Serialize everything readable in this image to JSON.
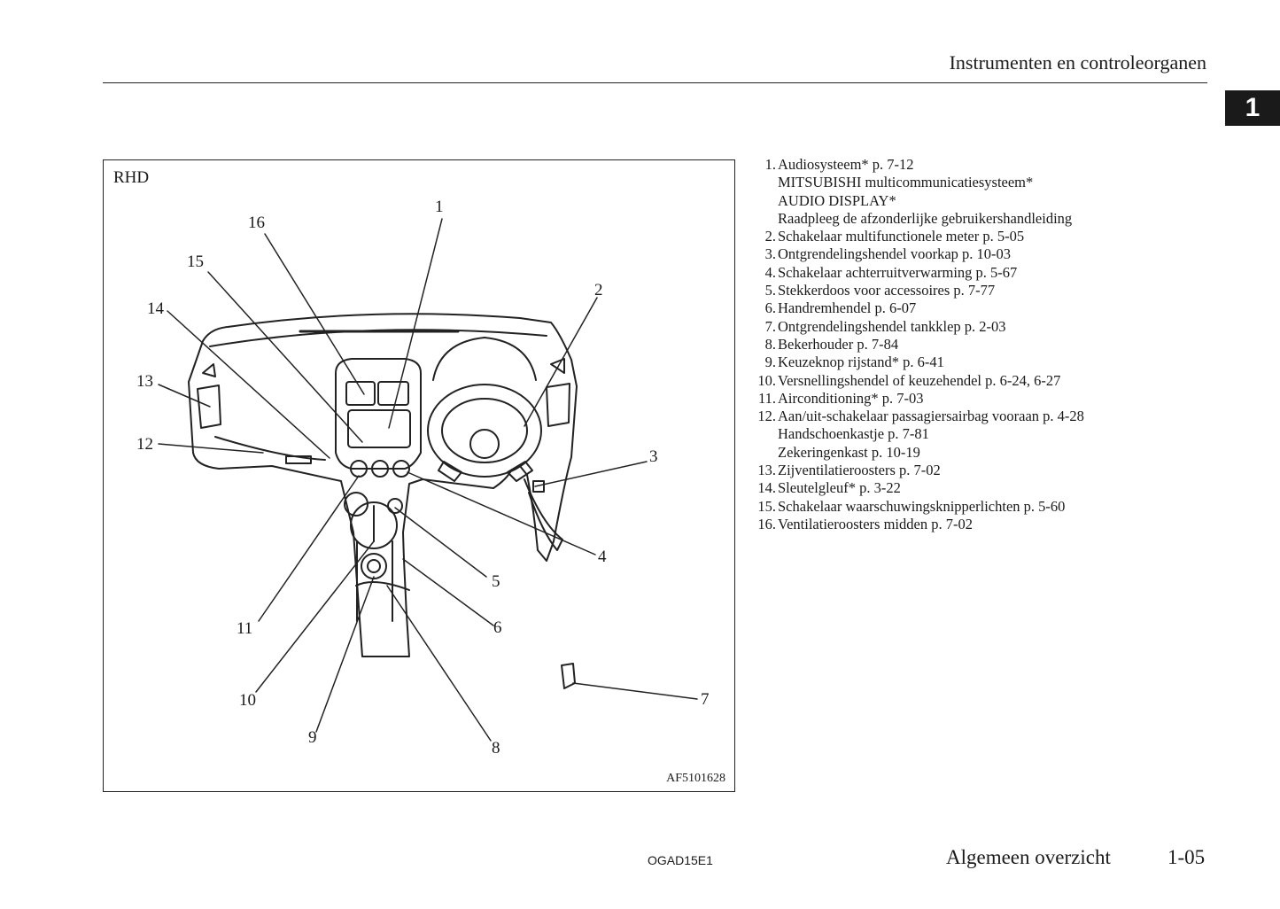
{
  "header": {
    "title": "Instrumenten en controleorganen",
    "chapter": "1"
  },
  "figure": {
    "label": "RHD",
    "code": "AF5101628",
    "callouts": [
      "1",
      "2",
      "3",
      "4",
      "5",
      "6",
      "7",
      "8",
      "9",
      "10",
      "11",
      "12",
      "13",
      "14",
      "15",
      "16"
    ]
  },
  "legend": [
    {
      "num": "1.",
      "text": "Audiosysteem* p. 7-12"
    },
    {
      "num": "",
      "text": "MITSUBISHI multicommunicatiesysteem*"
    },
    {
      "num": "",
      "text": "AUDIO DISPLAY*"
    },
    {
      "num": "",
      "text": "Raadpleeg de afzonderlijke gebruikershandleiding"
    },
    {
      "num": "2.",
      "text": "Schakelaar multifunctionele meter p. 5-05"
    },
    {
      "num": "3.",
      "text": "Ontgrendelingshendel voorkap p. 10-03"
    },
    {
      "num": "4.",
      "text": "Schakelaar achterruitverwarming p. 5-67"
    },
    {
      "num": "5.",
      "text": "Stekkerdoos voor accessoires p. 7-77"
    },
    {
      "num": "6.",
      "text": "Handremhendel p. 6-07"
    },
    {
      "num": "7.",
      "text": "Ontgrendelingshendel tankklep p. 2-03"
    },
    {
      "num": "8.",
      "text": "Bekerhouder p. 7-84"
    },
    {
      "num": "9.",
      "text": "Keuzeknop rijstand* p. 6-41"
    },
    {
      "num": "10.",
      "text": "Versnellingshendel of keuzehendel p. 6-24, 6-27"
    },
    {
      "num": "11.",
      "text": "Airconditioning* p. 7-03"
    },
    {
      "num": "12.",
      "text": "Aan/uit-schakelaar passagiersairbag vooraan p. 4-28"
    },
    {
      "num": "",
      "text": "Handschoenkastje p. 7-81"
    },
    {
      "num": "",
      "text": "Zekeringenkast p. 10-19"
    },
    {
      "num": "13.",
      "text": "Zijventilatieroosters p. 7-02"
    },
    {
      "num": "14.",
      "text": "Sleutelgleuf* p. 3-22"
    },
    {
      "num": "15.",
      "text": "Schakelaar waarschuwingsknipperlichten p. 5-60"
    },
    {
      "num": "16.",
      "text": "Ventilatieroosters midden p. 7-02"
    }
  ],
  "footer": {
    "code": "OGAD15E1",
    "section": "Algemeen overzicht",
    "page": "1-05"
  }
}
